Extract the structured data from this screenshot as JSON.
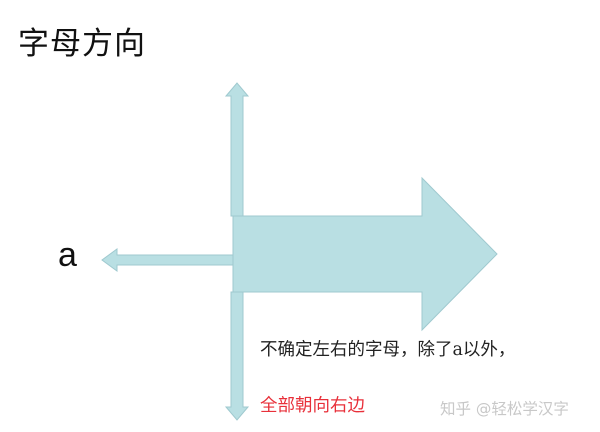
{
  "title": "字母方向",
  "diagram": {
    "left_label": "a",
    "arrow_fill": "#b9dfe3",
    "arrow_stroke": "#9fc9cf",
    "arrows": [
      {
        "name": "up-arrow",
        "direction": "up"
      },
      {
        "name": "down-arrow",
        "direction": "down"
      },
      {
        "name": "left-arrow",
        "direction": "left",
        "label": "a"
      },
      {
        "name": "big-right-arrow",
        "direction": "right"
      }
    ]
  },
  "notes": {
    "line1": "不确定左右的字母，除了a以外，",
    "line2": "全部朝向右边",
    "line2_color": "#e8303a"
  },
  "watermark": "知乎 @轻松学汉字"
}
